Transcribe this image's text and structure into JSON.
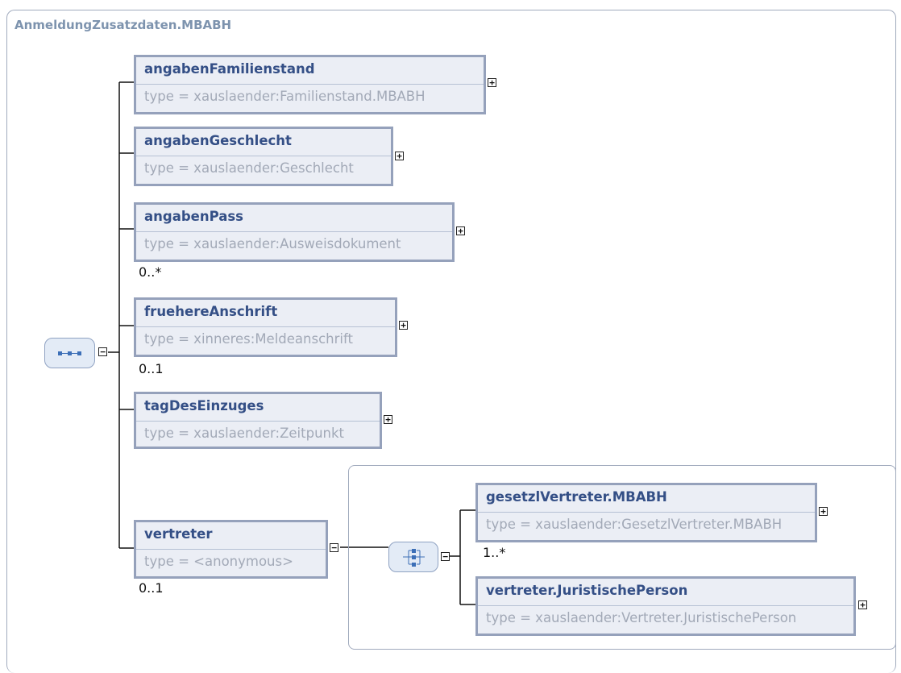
{
  "diagram": {
    "title": "AnmeldungZusatzdaten.MBABH",
    "elements": [
      {
        "name": "angabenFamilienstand",
        "type": "type = xauslaender:Familienstand.MBABH",
        "cardinality": ""
      },
      {
        "name": "angabenGeschlecht",
        "type": "type = xauslaender:Geschlecht",
        "cardinality": ""
      },
      {
        "name": "angabenPass",
        "type": "type = xauslaender:Ausweisdokument",
        "cardinality": "0..*"
      },
      {
        "name": "fruehereAnschrift",
        "type": "type = xinneres:Meldeanschrift",
        "cardinality": "0..1"
      },
      {
        "name": "tagDesEinzuges",
        "type": "type = xauslaender:Zeitpunkt",
        "cardinality": ""
      },
      {
        "name": "vertreter",
        "type": "type = <anonymous>",
        "cardinality": "0..1"
      }
    ],
    "choice_elements": [
      {
        "name": "gesetzlVertreter.MBABH",
        "type": "type = xauslaender:GesetzlVertreter.MBABH",
        "cardinality": "1..*"
      },
      {
        "name": "vertreter.JuristischePerson",
        "type": "type = xauslaender:Vertreter.JuristischePerson",
        "cardinality": ""
      }
    ],
    "expand_symbol": "+",
    "collapse_symbol": "−"
  }
}
